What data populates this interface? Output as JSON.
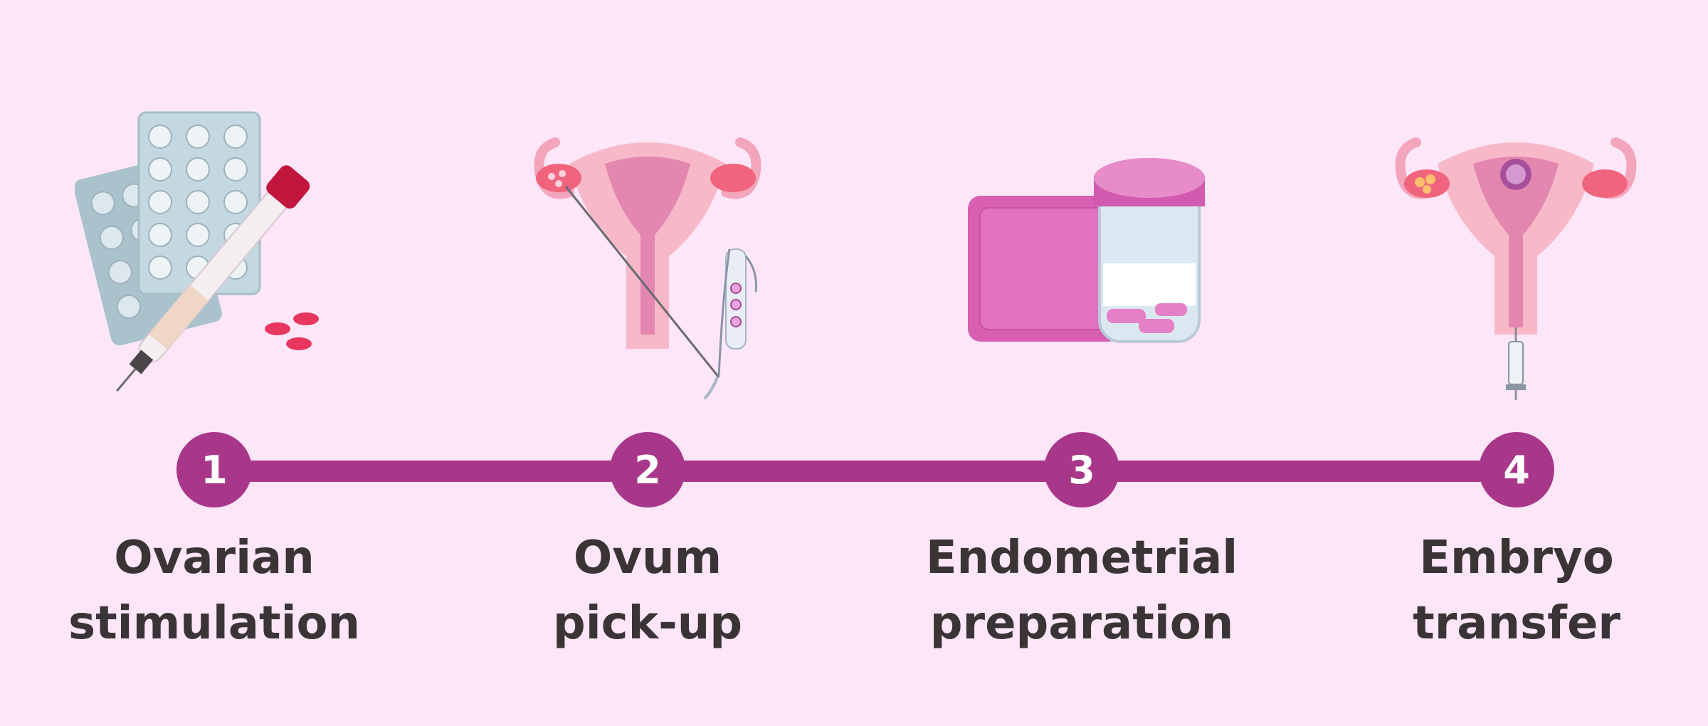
{
  "steps": [
    {
      "number": "1",
      "line1": "Ovarian",
      "line2": "stimulation",
      "icon": "pills-and-injection-pen-icon"
    },
    {
      "number": "2",
      "line1": "Ovum",
      "line2": "pick-up",
      "icon": "ovum-retrieval-icon"
    },
    {
      "number": "3",
      "line1": "Endometrial",
      "line2": "preparation",
      "icon": "patch-and-pill-jar-icon"
    },
    {
      "number": "4",
      "line1": "Embryo",
      "line2": "transfer",
      "icon": "embryo-transfer-icon"
    }
  ],
  "colors": {
    "background": "#fde6f8",
    "accent": "#a8378a",
    "text": "#3a3436"
  }
}
